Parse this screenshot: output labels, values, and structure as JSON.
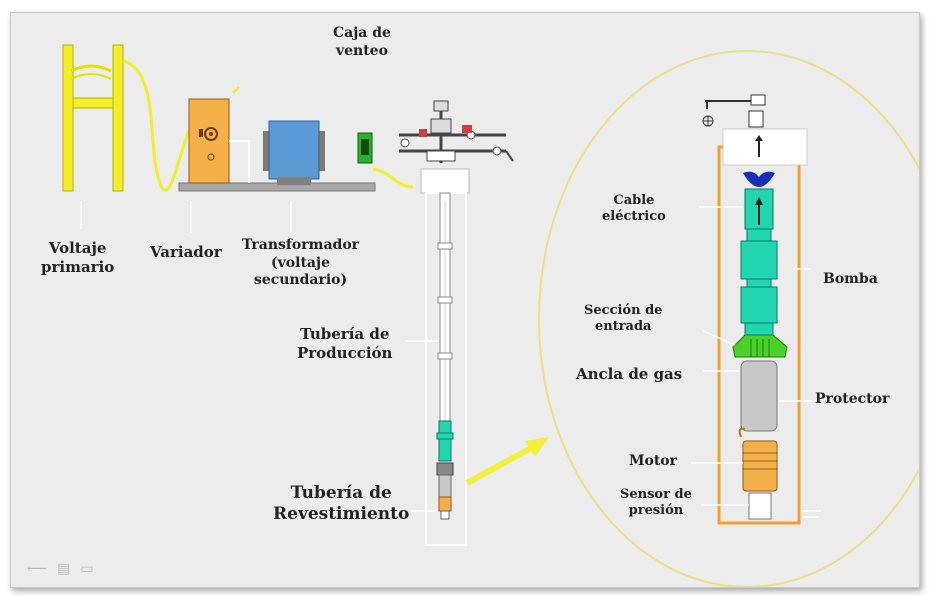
{
  "labels": {
    "voltaje_primario": [
      "Voltaje",
      "primario"
    ],
    "variador": "Variador",
    "transformador": [
      "Transformador",
      "(voltaje",
      "secundario)"
    ],
    "caja_venteo": [
      "Caja de",
      "venteo"
    ],
    "tuberia_produccion": [
      "Tubería de",
      "Producción"
    ],
    "tuberia_revestimiento": [
      "Tubería de",
      "Revestimiento"
    ],
    "cable_electrico": [
      "Cable",
      "eléctrico"
    ],
    "bomba": "Bomba",
    "seccion_entrada": [
      "Sección de",
      "entrada"
    ],
    "ancla_gas": "Ancla de gas",
    "protector": "Protector",
    "motor": "Motor",
    "sensor_presion": [
      "Sensor de",
      "presión"
    ]
  },
  "colors": {
    "background": "#ececec",
    "yellow": "#f2ee2a",
    "orange": "#f5b04a",
    "blue_equipment": "#5b9bd5",
    "pump_green": "#22d6b0",
    "intake_green": "#49d12a",
    "protector_gray": "#c8c8c8",
    "casing_outline": "#f0a030",
    "pointer_arrow": "#f4ef3b"
  },
  "icons": [
    "arrow-right-icon",
    "slide-menu-icon",
    "comment-icon"
  ]
}
